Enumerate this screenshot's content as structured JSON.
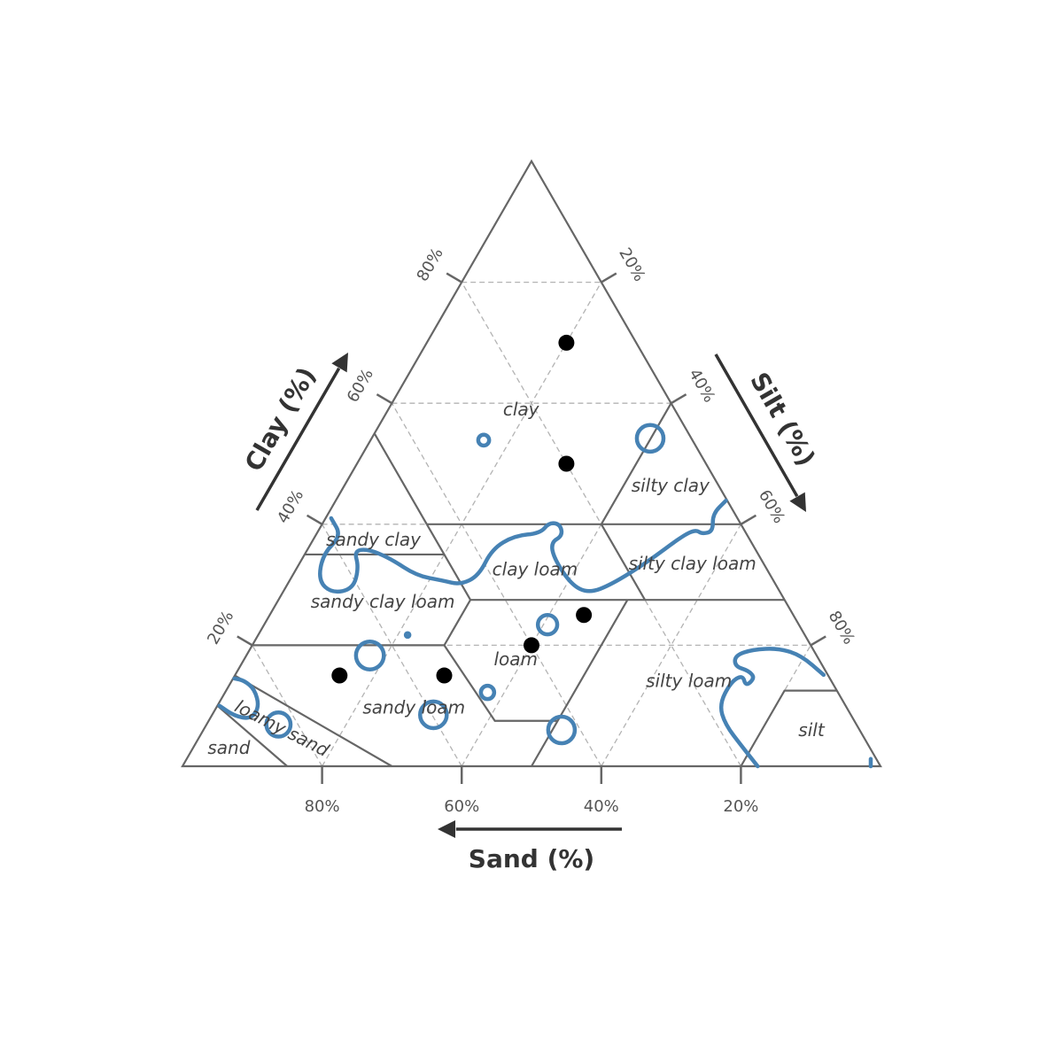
{
  "chart_data": {
    "type": "ternary",
    "axes": {
      "clay": {
        "title": "Clay (%)",
        "ticks": [
          20,
          40,
          60,
          80
        ],
        "tick_labels": [
          "20%",
          "40%",
          "60%",
          "80%"
        ]
      },
      "silt": {
        "title": "Silt (%)",
        "ticks": [
          20,
          40,
          60,
          80
        ],
        "tick_labels": [
          "20%",
          "40%",
          "60%",
          "80%"
        ]
      },
      "sand": {
        "title": "Sand (%)",
        "ticks": [
          80,
          60,
          40,
          20
        ],
        "tick_labels": [
          "80%",
          "60%",
          "40%",
          "20%"
        ]
      }
    },
    "grid": true,
    "colors": {
      "frame": "#666666",
      "grid": "#b3b3b3",
      "contour": "#4682b4",
      "point": "#000000",
      "text": "#444444",
      "axis": "#333333"
    },
    "regions": [
      {
        "name": "clay",
        "label_at": [
          59,
          19
        ]
      },
      {
        "name": "silty clay",
        "label_at": [
          46.4,
          46.7
        ]
      },
      {
        "name": "sandy clay",
        "label_at": [
          37.5,
          8.6
        ]
      },
      {
        "name": "clay loam",
        "label_at": [
          32.6,
          34.2
        ]
      },
      {
        "name": "silty clay loam",
        "label_at": [
          33.5,
          56.3
        ]
      },
      {
        "name": "sandy clay loam",
        "label_at": [
          27.2,
          15.1
        ]
      },
      {
        "name": "loam",
        "label_at": [
          17.7,
          38.9
        ]
      },
      {
        "name": "silty loam",
        "label_at": [
          14.1,
          65.5
        ]
      },
      {
        "name": "sandy loam",
        "label_at": [
          9.7,
          28.3
        ]
      },
      {
        "name": "silt",
        "label_at": [
          6,
          87.1
        ]
      },
      {
        "name": "loamy sand",
        "label_at": [
          6.3,
          11.1
        ],
        "rotate": 27
      },
      {
        "name": "sand",
        "label_at": [
          3.1,
          5.1
        ]
      }
    ],
    "boundaries": [
      [
        [
          55,
          0
        ],
        [
          40,
          15
        ]
      ],
      [
        [
          40,
          15
        ],
        [
          40,
          60
        ]
      ],
      [
        [
          35,
          0
        ],
        [
          35,
          20
        ]
      ],
      [
        [
          40,
          15
        ],
        [
          35,
          20
        ],
        [
          27.5,
          27.5
        ],
        [
          20,
          27.5
        ],
        [
          7.5,
          41
        ],
        [
          7.5,
          50
        ]
      ],
      [
        [
          27.5,
          27.5
        ],
        [
          27.5,
          72.5
        ]
      ],
      [
        [
          40,
          40
        ],
        [
          60,
          40
        ]
      ],
      [
        [
          40,
          40
        ],
        [
          27.5,
          52.5
        ]
      ],
      [
        [
          0,
          50
        ],
        [
          27.5,
          50
        ]
      ],
      [
        [
          20,
          0
        ],
        [
          20,
          27.5
        ]
      ],
      [
        [
          0,
          30
        ],
        [
          15,
          0
        ]
      ],
      [
        [
          0,
          15
        ],
        [
          10,
          0
        ]
      ],
      [
        [
          0,
          80
        ],
        [
          12.5,
          80
        ],
        [
          12.5,
          87.5
        ]
      ]
    ],
    "points": [
      {
        "clay": 70,
        "silt": 20,
        "sand": 10
      },
      {
        "clay": 50,
        "silt": 30,
        "sand": 20
      },
      {
        "clay": 25,
        "silt": 45,
        "sand": 30
      },
      {
        "clay": 20,
        "silt": 40,
        "sand": 40
      },
      {
        "clay": 15,
        "silt": 15,
        "sand": 70
      },
      {
        "clay": 15,
        "silt": 30,
        "sand": 55
      }
    ],
    "contours": [
      [
        [
          41,
          0.8
        ],
        [
          38.1,
          3.7
        ],
        [
          35.1,
          2.6
        ],
        [
          30.7,
          4.1
        ],
        [
          28.6,
          7.1
        ],
        [
          29.3,
          9.8
        ],
        [
          32.9,
          8.8
        ],
        [
          35.6,
          6.8
        ],
        [
          35.9,
          8.6
        ],
        [
          34.4,
          12.5
        ],
        [
          31.5,
          17.8
        ],
        [
          30.7,
          21.9
        ],
        [
          30,
          24.8
        ],
        [
          31.5,
          26.7
        ],
        [
          35.9,
          26.4
        ],
        [
          38.1,
          28.5
        ],
        [
          38.5,
          32
        ],
        [
          40.3,
          32.4
        ],
        [
          40,
          34.1
        ],
        [
          38.1,
          35.4
        ],
        [
          37,
          34.3
        ],
        [
          34.4,
          36
        ],
        [
          30,
          40.7
        ],
        [
          28.6,
          43.9
        ],
        [
          30,
          46.4
        ],
        [
          33.7,
          49.7
        ],
        [
          38.1,
          52.6
        ],
        [
          39.1,
          54
        ],
        [
          38.4,
          55.2
        ],
        [
          38.8,
          56.6
        ],
        [
          41.7,
          55.1
        ],
        [
          43.9,
          55.9
        ]
      ],
      [
        [
          15.1,
          84.3
        ],
        [
          18.3,
          79.5
        ],
        [
          19.5,
          75.7
        ],
        [
          19.3,
          72
        ],
        [
          18.3,
          70
        ],
        [
          16.5,
          70.9
        ],
        [
          15.8,
          73.2
        ],
        [
          14.6,
          74.7
        ],
        [
          13.2,
          74.1
        ],
        [
          15.1,
          72.7
        ],
        [
          13.9,
          71.6
        ],
        [
          10.2,
          71.8
        ],
        [
          6.9,
          74.3
        ],
        [
          3.2,
          78.6
        ],
        [
          0,
          82.4
        ]
      ],
      [
        [
          10,
          0.3
        ],
        [
          8.3,
          3.3
        ],
        [
          7.8,
          5.9
        ],
        [
          9.8,
          6.1
        ],
        [
          12.7,
          4
        ],
        [
          14.2,
          1.7
        ],
        [
          14.5,
          0.2
        ]
      ],
      [
        [
          1.2,
          98
        ],
        [
          0,
          98.6
        ]
      ]
    ],
    "contour_loops": [
      {
        "center": [
          54.2,
          39.9
        ],
        "r": 2.2
      },
      {
        "center": [
          53.9,
          16.2
        ],
        "r": 0.9
      },
      {
        "center": [
          18.3,
          17.7
        ],
        "r": 2.3
      },
      {
        "center": [
          23.4,
          40.6
        ],
        "r": 1.6
      },
      {
        "center": [
          12.2,
          37.6
        ],
        "r": 1.1
      },
      {
        "center": [
          8.5,
          31.7
        ],
        "r": 2.2
      },
      {
        "center": [
          6,
          51.3
        ],
        "r": 2.2
      },
      {
        "center": [
          6.9,
          10.3
        ],
        "r": 2
      },
      {
        "center": [
          21.7,
          21.4
        ],
        "r": 0.3
      }
    ]
  }
}
